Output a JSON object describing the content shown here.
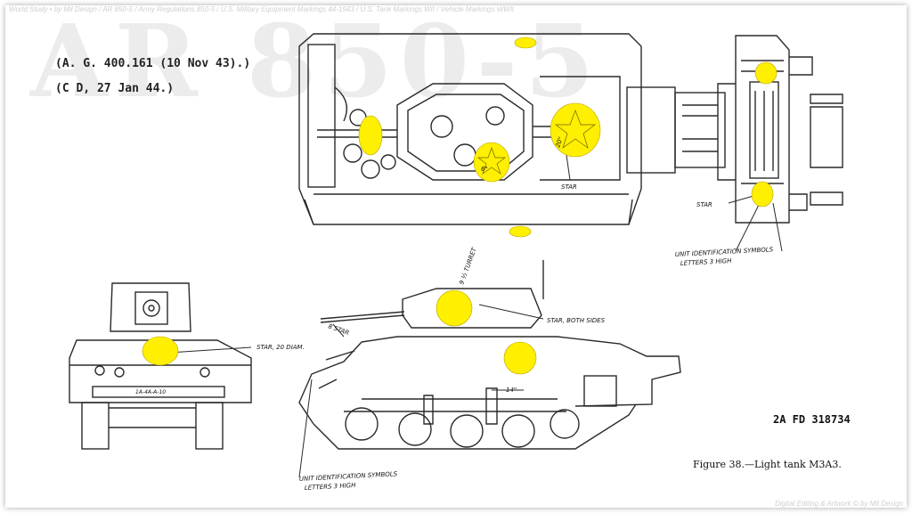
{
  "watermark": "AR 850-5",
  "credits": {
    "top": "World Study • by Mil Design / AR 850-5 / Army Regulations 850-5 / U.S. Military Equipment Markings 44-1943 / U.S. Tank Markings WII / Vehicle Markings WWII",
    "bottom": "Digital Editing & Artwork © by Mil Design"
  },
  "references": {
    "ag": "(A. G. 400.161 (10 Nov 43).)",
    "cd": "(C D, 27 Jan 44.)"
  },
  "annotations": {
    "star_top": "STAR",
    "star_rear": "STAR",
    "unit_symbols_rear_line1": "UNIT IDENTIFICATION SYMBOLS",
    "unit_symbols_rear_line2": "LETTERS 3 HIGH",
    "turret_dim": "9 ½ TURRET",
    "star_both_sides": "STAR, BOTH SIDES",
    "star_8": "8 STAR",
    "star_front": "STAR, 20 DIAM.",
    "dim_14": "14\"",
    "unit_symbols_side_line1": "UNIT IDENTIFICATION SYMBOLS",
    "unit_symbols_side_line2": "LETTERS 3 HIGH",
    "plate": "1A-4A-A-10",
    "star_20_top": "20\"",
    "star_6": "6\""
  },
  "figure": {
    "id": "2A FD 318734",
    "caption": "Figure 38.—Light tank M3A3."
  },
  "colors": {
    "highlight": "#ffef00",
    "line": "#2a2a2a"
  }
}
